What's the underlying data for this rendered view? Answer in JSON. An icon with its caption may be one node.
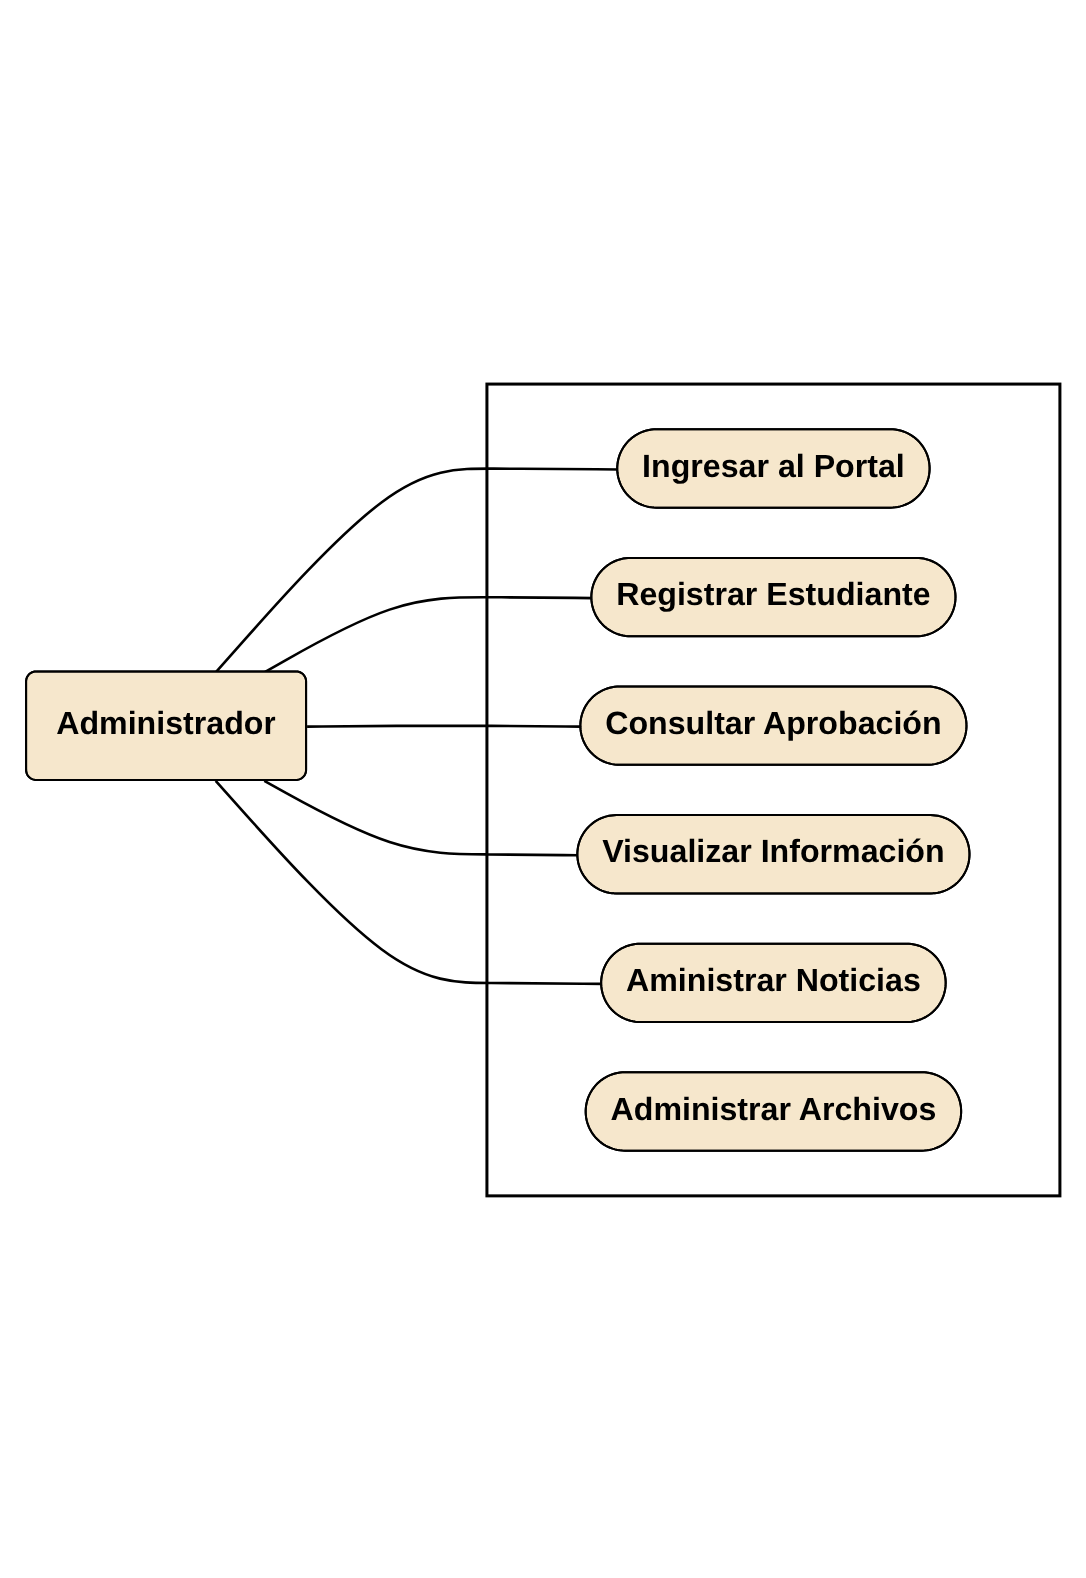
{
  "diagram": {
    "nodes": [
      {
        "text": [
          "Administrador"
        ]
      },
      {
        "text": [],
        "shape": "box"
      },
      {
        "text": [
          "Ingresar al Portal"
        ],
        "in": 1
      },
      {
        "text": [
          "Registrar Estudiante"
        ],
        "in": 1
      },
      {
        "text": [
          "Consultar Aprobación"
        ],
        "in": 1
      },
      {
        "text": [
          "Visualizar Información"
        ],
        "in": 1
      },
      {
        "text": [
          "Aministrar Noticias"
        ],
        "in": 1
      },
      {
        "text": [
          "Administrar Archivos"
        ],
        "in": 1
      }
    ],
    "edges": [
      {
        "from": 0,
        "to": 2,
        "arrow": "none"
      },
      {
        "from": 0,
        "to": 3,
        "arrow": "none"
      },
      {
        "from": 0,
        "to": 4,
        "arrow": "none"
      },
      {
        "from": 0,
        "to": 5,
        "arrow": "none"
      },
      {
        "from": 0,
        "to": 6,
        "arrow": "none"
      }
    ]
  }
}
